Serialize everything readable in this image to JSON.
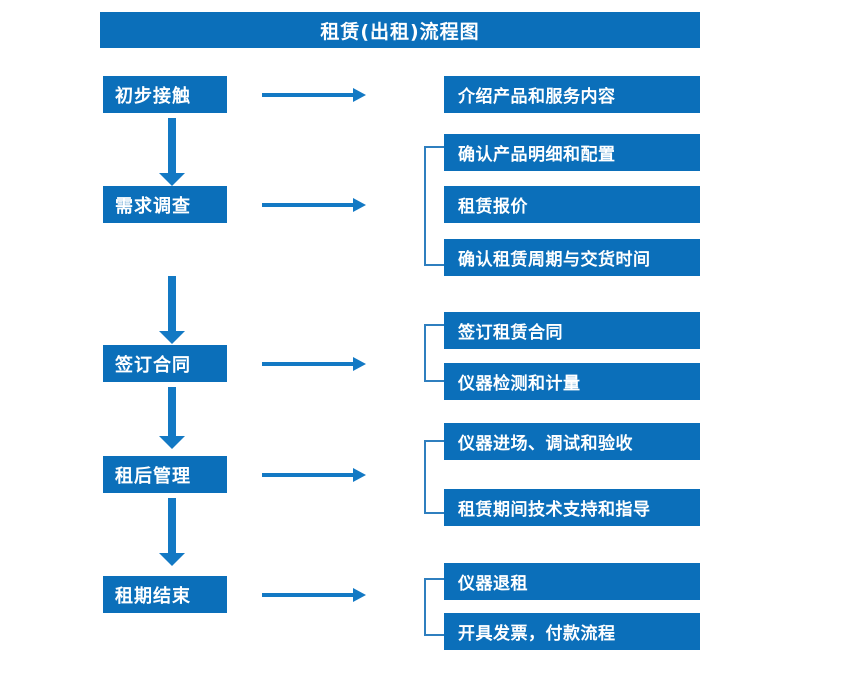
{
  "diagram": {
    "title": "租赁(出租)流程图",
    "colors": {
      "box_fill": "#0b6fba",
      "arrow": "#1379c4",
      "bracket": "#2f7fbf",
      "text": "#ffffff",
      "background": "#ffffff"
    },
    "stages": [
      {
        "id": "stage-1",
        "label": "初步接触",
        "details": [
          "介绍产品和服务内容"
        ],
        "has_bracket": false
      },
      {
        "id": "stage-2",
        "label": "需求调查",
        "details": [
          "确认产品明细和配置",
          "租赁报价",
          "确认租赁周期与交货时间"
        ],
        "has_bracket": true
      },
      {
        "id": "stage-3",
        "label": "签订合同",
        "details": [
          "签订租赁合同",
          "仪器检测和计量"
        ],
        "has_bracket": true
      },
      {
        "id": "stage-4",
        "label": "租后管理",
        "details": [
          "仪器进场、调试和验收",
          "租赁期间技术支持和指导"
        ],
        "has_bracket": true
      },
      {
        "id": "stage-5",
        "label": "租期结束",
        "details": [
          "仪器退租",
          "开具发票，付款流程"
        ],
        "has_bracket": true
      }
    ]
  }
}
